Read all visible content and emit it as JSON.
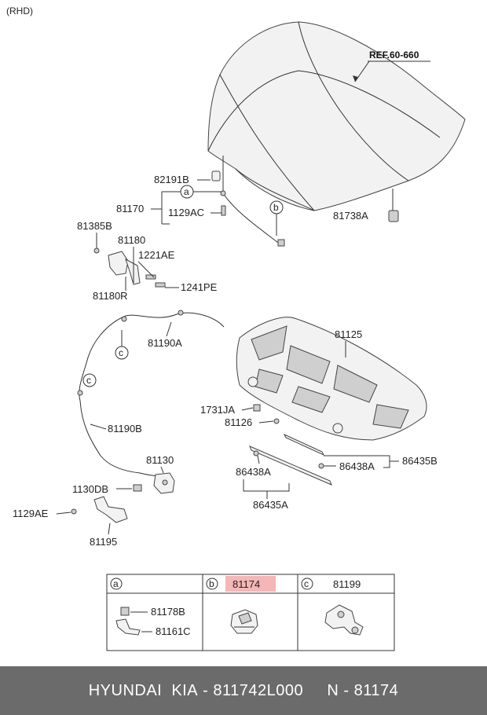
{
  "corner_note": "(RHD)",
  "reference": "REF.60-660",
  "callouts": {
    "a": "a",
    "b": "b",
    "c": "c"
  },
  "labels": {
    "p82191B": "82191B",
    "p81170": "81170",
    "p1129AC": "1129AC",
    "p81738A": "81738A",
    "p81385B": "81385B",
    "p81180": "81180",
    "p1221AE": "1221AE",
    "p1241PE": "1241PE",
    "p81180R": "81180R",
    "p81190A": "81190A",
    "p81125": "81125",
    "p1731JA": "1731JA",
    "p81126": "81126",
    "p81190B": "81190B",
    "p86438A_left": "86438A",
    "p86438A_right": "86438A",
    "p86435B": "86435B",
    "p86435A": "86435A",
    "p81130": "81130",
    "p1130DB": "1130DB",
    "p1129AE": "1129AE",
    "p81195": "81195"
  },
  "legend_table": {
    "cells": [
      {
        "key": "a",
        "title": "",
        "items": [
          "81178B",
          "81161C"
        ]
      },
      {
        "key": "b",
        "title": "81174",
        "highlighted": true,
        "items": []
      },
      {
        "key": "c",
        "title": "81199",
        "items": []
      }
    ],
    "highlight_color": "#f4b6b6"
  },
  "footer": {
    "brand": "HYUNDAI  KIA",
    "part_number": "811742L000",
    "ref_number": "N - 81174"
  }
}
